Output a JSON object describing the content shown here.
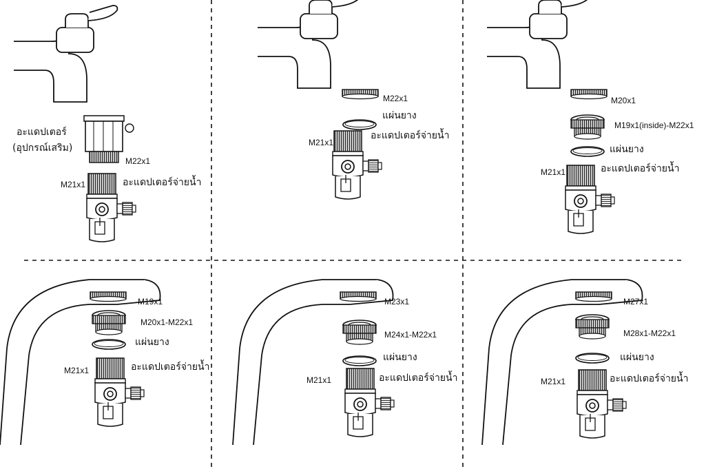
{
  "panels": [
    {
      "labels": {
        "adapter": "อะแดปเตอร์",
        "adapter_optional": "(อุปกรณ์เสริม)",
        "thread_outer": "M22x1",
        "thread_valve": "M21x1",
        "valve": "อะแดปเตอร์จ่ายน้ำ"
      }
    },
    {
      "labels": {
        "thread_tap": "M22x1",
        "gasket": "แผ่นยาง",
        "thread_valve": "M21x1",
        "valve": "อะแดปเตอร์จ่ายน้ำ"
      }
    },
    {
      "labels": {
        "thread_tap": "M20x1",
        "reducer": "M19x1(inside)-M22x1",
        "gasket": "แผ่นยาง",
        "thread_valve": "M21x1",
        "valve": "อะแดปเตอร์จ่ายน้ำ"
      }
    },
    {
      "labels": {
        "thread_tap": "M19x1",
        "reducer": "M20x1-M22x1",
        "gasket": "แผ่นยาง",
        "thread_valve": "M21x1",
        "valve": "อะแดปเตอร์จ่ายน้ำ"
      }
    },
    {
      "labels": {
        "thread_tap": "M23x1",
        "reducer": "M24x1-M22x1",
        "gasket": "แผ่นยาง",
        "thread_valve": "M21x1",
        "valve": "อะแดปเตอร์จ่ายน้ำ"
      }
    },
    {
      "labels": {
        "thread_tap": "M27x1",
        "reducer": "M28x1-M22x1",
        "gasket": "แผ่นยาง",
        "thread_valve": "M21x1",
        "valve": "อะแดปเตอร์จ่ายน้ำ"
      }
    }
  ]
}
